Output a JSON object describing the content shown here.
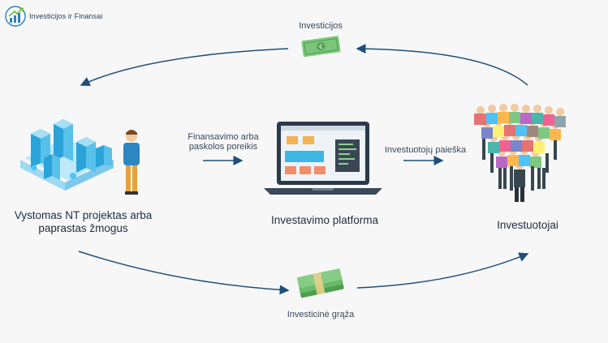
{
  "logo": {
    "text": "Investicijos ir Finansai"
  },
  "labels": {
    "top_flow": "Investicijos",
    "bottom_flow": "Investicinė grąža",
    "left_to_center_line1": "Finansavimo arba",
    "left_to_center_line2": "paskolos poreikis",
    "center_to_right": "Investuotojų paieška"
  },
  "nodes": {
    "left_line1": "Vystomas NT projektas arba",
    "left_line2": "paprastas žmogus",
    "center": "Investavimo platforma",
    "right": "Investuotojai"
  },
  "colors": {
    "arrow": "#1f4e79",
    "money": "#5cb85c",
    "city": "#4fc3f7"
  }
}
